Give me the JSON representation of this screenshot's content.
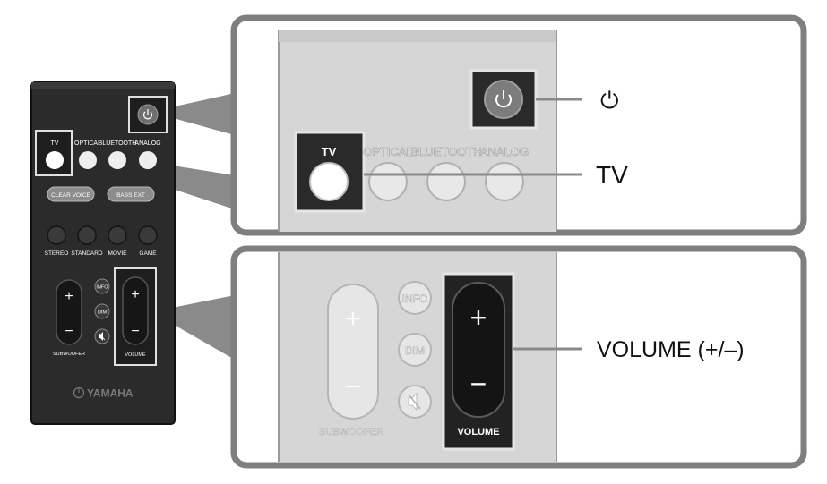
{
  "remote": {
    "brand": "YAMAHA",
    "input_buttons": [
      "TV",
      "OPTICAL",
      "BLUETOOTH",
      "ANALOG"
    ],
    "sound_buttons": [
      "CLEAR VOICE",
      "BASS EXT"
    ],
    "mode_buttons": [
      "STEREO",
      "STANDARD",
      "MOVIE",
      "GAME"
    ],
    "small_buttons": [
      "INFO",
      "DIM"
    ],
    "subwoofer_label": "SUBWOOFER",
    "volume_label": "VOLUME",
    "plus": "+",
    "minus": "−"
  },
  "callouts": {
    "power": "⏻",
    "tv": "TV",
    "volume": "VOLUME (+/–)"
  },
  "colors": {
    "remote_body": "#2b2b2b",
    "zoom_panel": "#d6d6d6",
    "callout_frame": "#7f7f7f",
    "highlight_frame": "#e8e8e8"
  }
}
